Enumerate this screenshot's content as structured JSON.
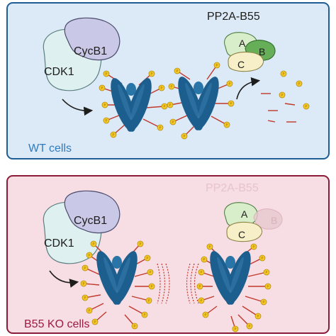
{
  "colors": {
    "wt_bg": "#dce9f7",
    "wt_border": "#1f5e95",
    "wt_label": "#2e7cc0",
    "ko_bg": "#f7dde4",
    "ko_border": "#8a1e3a",
    "ko_label": "#9d1b3f",
    "chromatid": "#1c5e8e",
    "phospho": "#f6c928",
    "stalk": "#c0392b",
    "cdk1": "#dff0f0",
    "cycb1": "#c9c8e6",
    "pp2a_a": "#d8edc9",
    "pp2a_b": "#66ae58",
    "pp2a_c": "#f6efc8"
  },
  "wt_panel": {
    "condition_label": "WT cells",
    "cdk1_label": "CDK1",
    "cycb1_label": "CycB1",
    "phosphatase_label": "PP2A-B55",
    "subunit_a": "A",
    "subunit_b": "B",
    "subunit_c": "C",
    "phospho_symbol": "P"
  },
  "ko_panel": {
    "condition_label": "B55 KO cells",
    "cdk1_label": "CDK1",
    "cycb1_label": "CycB1",
    "phosphatase_label": "PP2A-B55",
    "subunit_a": "A",
    "subunit_b": "B",
    "subunit_c": "C",
    "phospho_symbol": "P"
  }
}
